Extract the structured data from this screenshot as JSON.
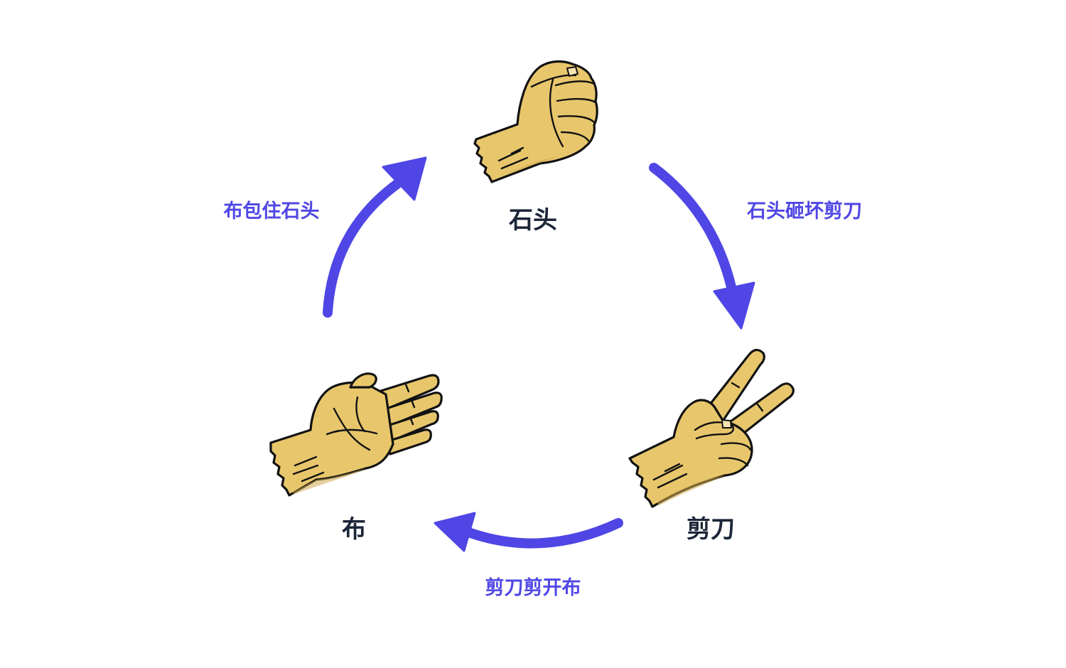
{
  "nodes": {
    "rock": {
      "label": "石头",
      "icon": "fist-icon"
    },
    "scissors": {
      "label": "剪刀",
      "icon": "victory-hand-icon"
    },
    "paper": {
      "label": "布",
      "icon": "open-palm-icon"
    }
  },
  "edges": {
    "rock_to_scissors": {
      "label": "石头砸坏剪刀"
    },
    "scissors_to_paper": {
      "label": "剪刀剪开布"
    },
    "paper_to_rock": {
      "label": "布包住石头"
    }
  },
  "colors": {
    "arrow": "#4f46e5",
    "edge_label": "#5047e5",
    "node_label": "#1c2638",
    "skin": "#e8c76c",
    "outline": "#121212"
  }
}
